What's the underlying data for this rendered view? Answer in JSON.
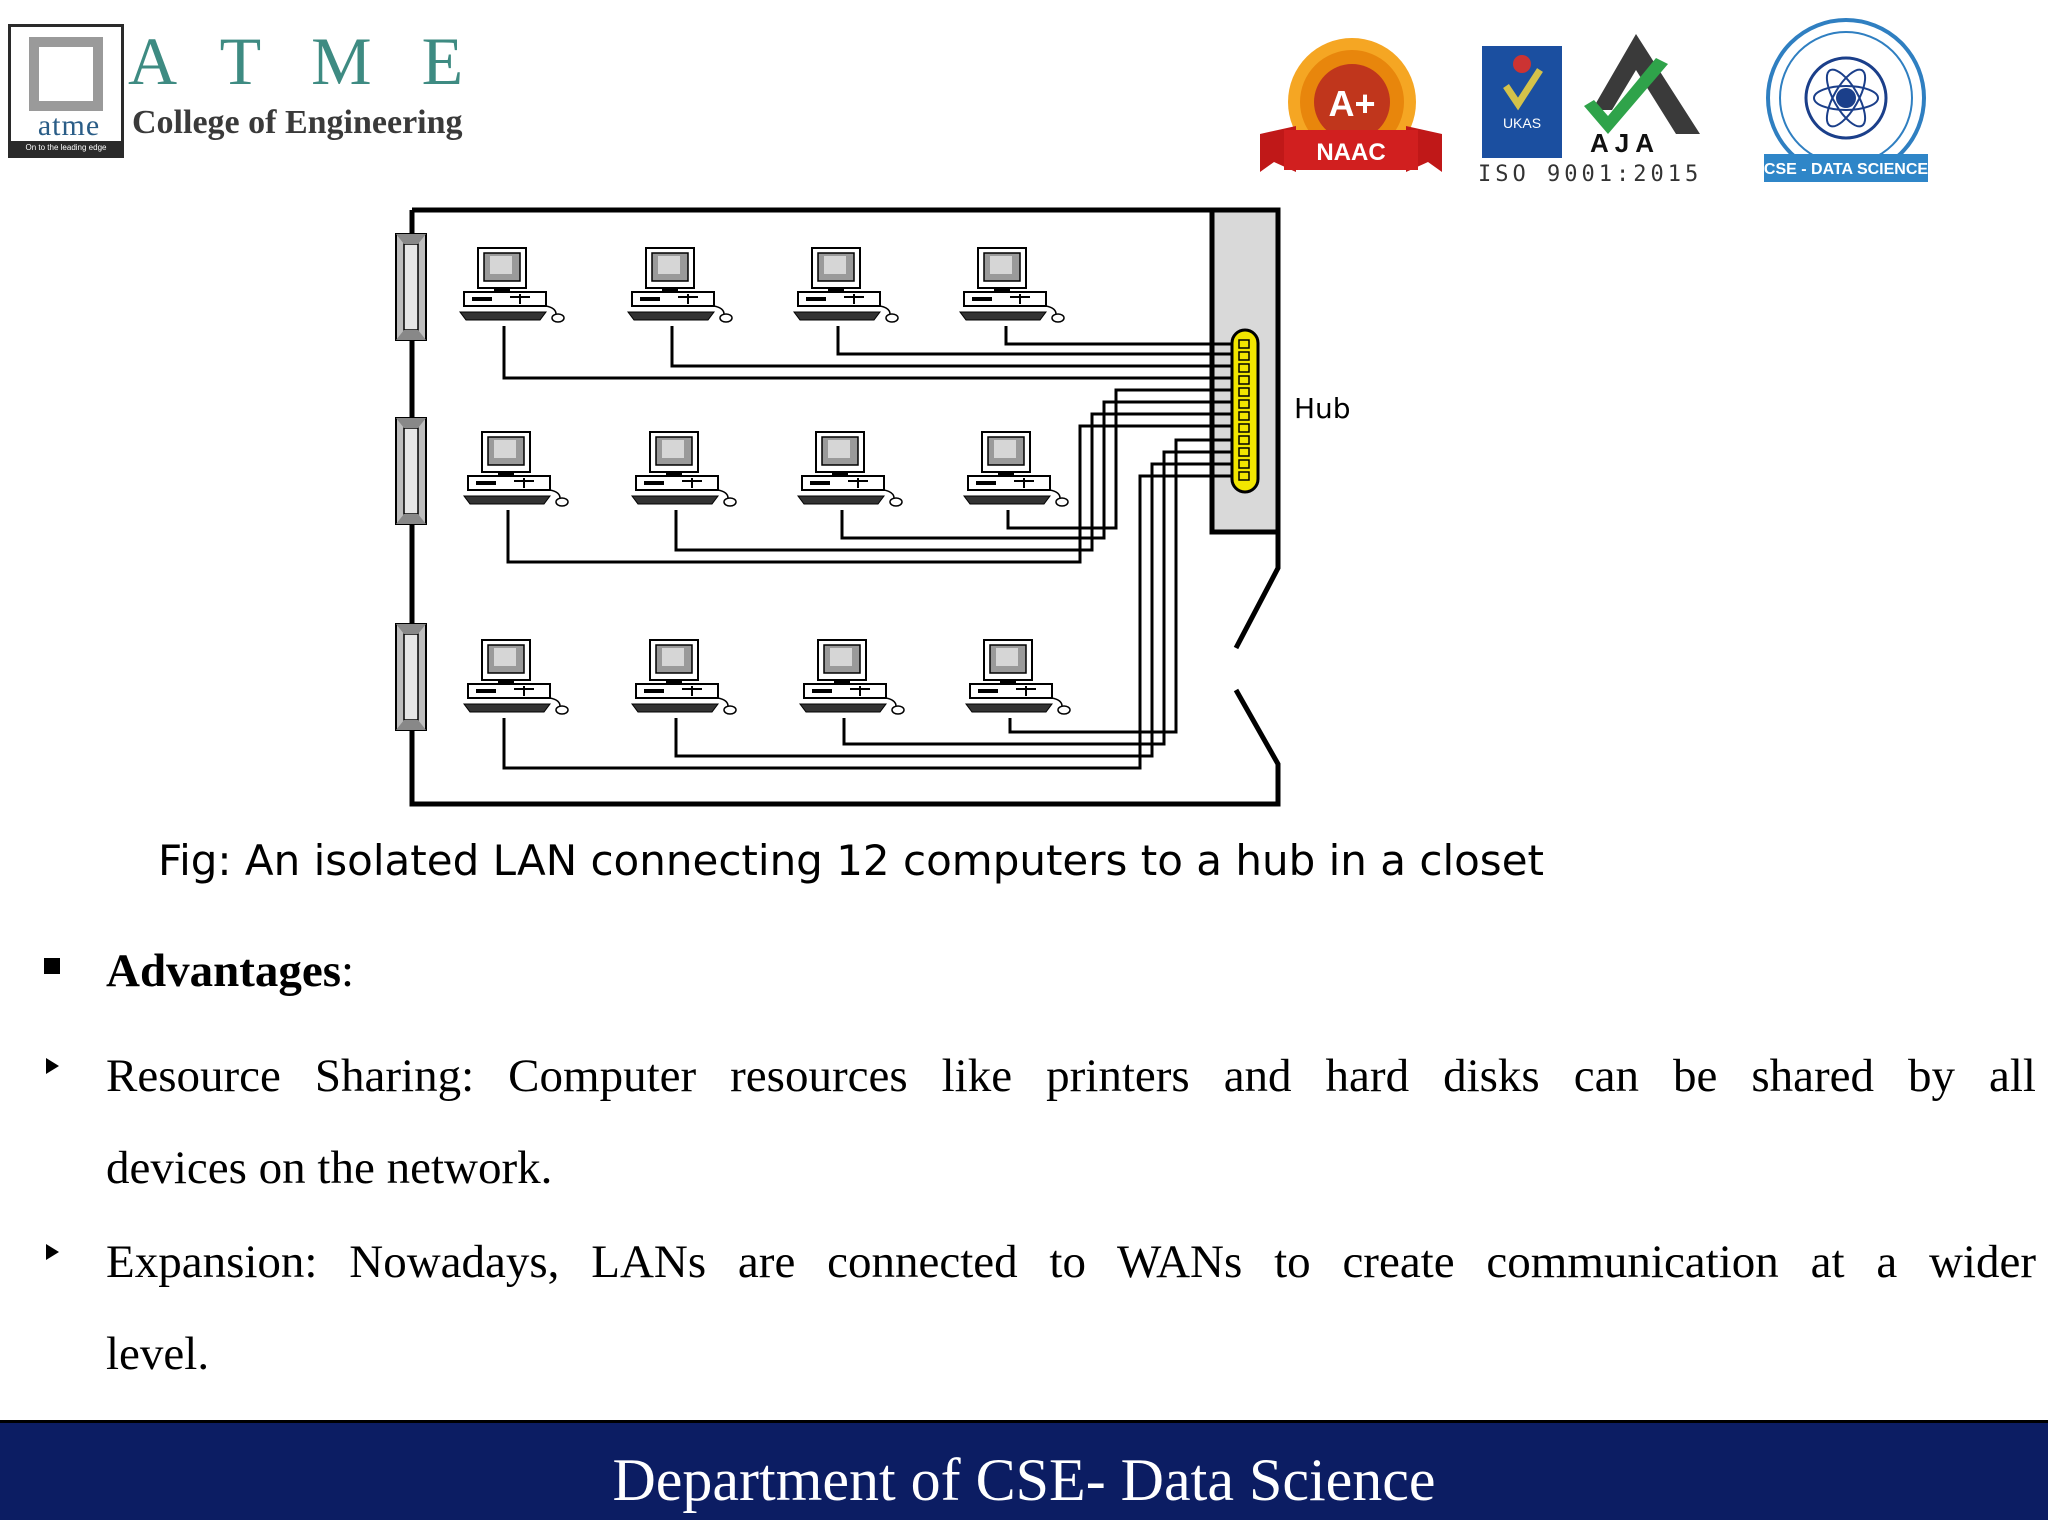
{
  "header": {
    "logo_word": "atme",
    "logo_tagline": "On to the leading edge",
    "college_letters": "ATME",
    "college_name": "College of Engineering",
    "badges": {
      "naac_grade": "A+",
      "naac_label": "NAAC",
      "ukas_label": "UKAS",
      "aja_label": "AJA",
      "iso_label": "ISO 9001:2015",
      "dept_seal_label": "CSE - DATA SCIENCE"
    }
  },
  "diagram": {
    "hub_label": "Hub",
    "caption": "Fig: An isolated LAN connecting 12 computers to a hub in a closet"
  },
  "advantages": {
    "heading": "Advantages",
    "heading_suffix": ":",
    "items": [
      {
        "line1": "Resource Sharing: Computer resources like printers and hard disks can be shared by all",
        "line2": "devices on the network."
      },
      {
        "line1": "Expansion: Nowadays, LANs are connected to WANs to create communication at a wider",
        "line2": "level."
      }
    ]
  },
  "footer": {
    "text": "Department of CSE- Data Science"
  },
  "colors": {
    "footer_bg": "#0c1d63",
    "college_teal": "#3e8b82",
    "hub_yellow": "#f2e600",
    "closet_gray": "#d9d9d9"
  }
}
